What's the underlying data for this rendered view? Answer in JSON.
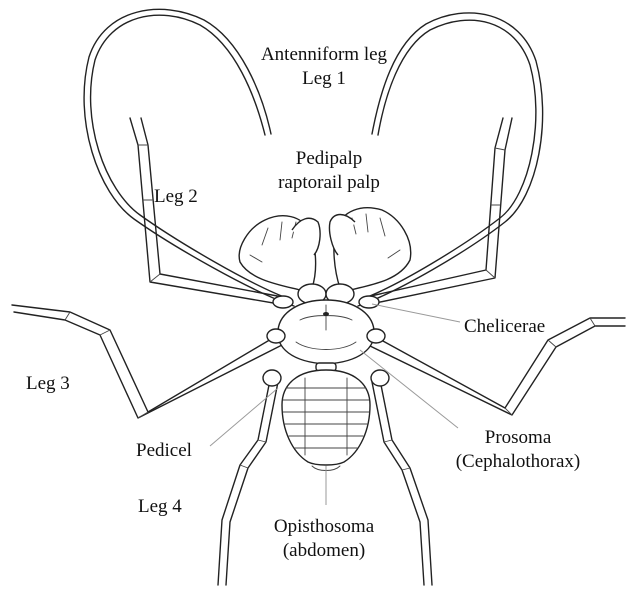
{
  "labels": {
    "antenniform_line1": "Antenniform leg",
    "antenniform_line2": "Leg 1",
    "pedipalp_line1": "Pedipalp",
    "pedipalp_line2": "raptorail palp",
    "leg2": "Leg 2",
    "leg3": "Leg 3",
    "leg4": "Leg 4",
    "chelicerae": "Chelicerae",
    "pedicel": "Pedicel",
    "prosoma_line1": "Prosoma",
    "prosoma_line2": "(Cephalothorax)",
    "opisthosoma_line1": "Opisthosoma",
    "opisthosoma_line2": "(abdomen)"
  },
  "colors": {
    "ink": "#222222",
    "leader": "#9a9a9a",
    "background": "#ffffff"
  }
}
